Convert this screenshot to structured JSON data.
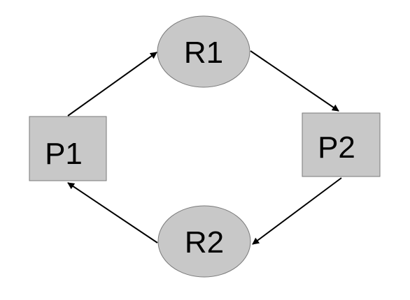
{
  "diagram": {
    "nodes": {
      "p1": {
        "label": "P1",
        "shape": "rectangle"
      },
      "p2": {
        "label": "P2",
        "shape": "rectangle"
      },
      "r1": {
        "label": "R1",
        "shape": "ellipse"
      },
      "r2": {
        "label": "R2",
        "shape": "ellipse"
      }
    },
    "edges": [
      {
        "from": "P1",
        "to": "R1"
      },
      {
        "from": "R1",
        "to": "P2"
      },
      {
        "from": "P2",
        "to": "R2"
      },
      {
        "from": "R2",
        "to": "P1"
      }
    ],
    "colors": {
      "node_fill": "#c8c8c8",
      "node_border": "#7a7a7a",
      "edge": "#000000",
      "background": "#ffffff"
    }
  }
}
